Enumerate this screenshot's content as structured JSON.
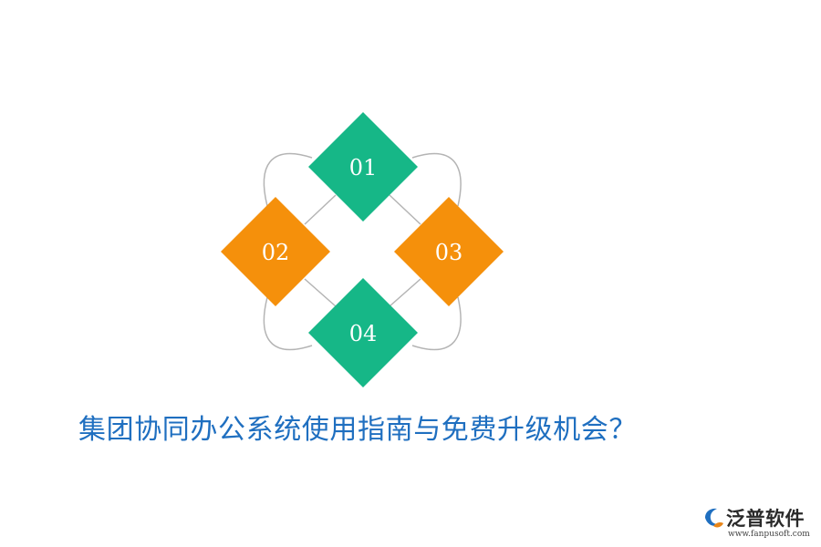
{
  "diagram": {
    "items": [
      {
        "id": "01",
        "color": "#16b787"
      },
      {
        "id": "02",
        "color": "#f5900b"
      },
      {
        "id": "03",
        "color": "#f5900b"
      },
      {
        "id": "04",
        "color": "#16b787"
      }
    ],
    "connector_color": "#b4b4b4"
  },
  "headline": {
    "text": "集团协同办公系统使用指南与免费升级机会？",
    "color": "#1f6fc0"
  },
  "brand": {
    "name": "泛普软件",
    "url": "www.fanpusoft.com",
    "logo_colors": [
      "#1f6fc0",
      "#e8861a"
    ]
  }
}
